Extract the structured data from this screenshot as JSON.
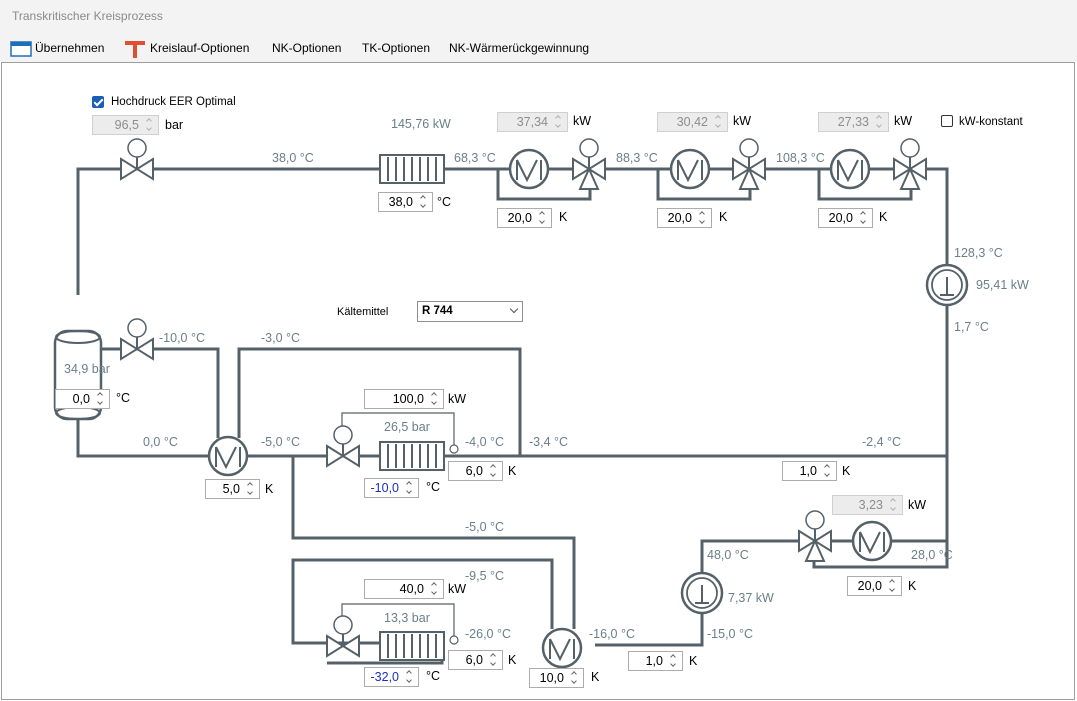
{
  "window": {
    "title": "Transkritischer Kreisprozess"
  },
  "menu": [
    {
      "label": "Übernehmen",
      "icon": "save-icon"
    },
    {
      "label": "Kreislauf-Optionen",
      "icon": "pipe-t-icon"
    },
    {
      "label": "NK-Optionen"
    },
    {
      "label": "TK-Optionen"
    },
    {
      "label": "NK-Wärmerückgewinnung"
    }
  ],
  "hp": {
    "eer_checkbox": "Hochdruck EER Optimal",
    "eer_checked": true,
    "pressure": "96,5",
    "pressure_unit": "bar"
  },
  "gascooler": {
    "power": "145,76 kW",
    "t_in": "68,3 °C",
    "t_out": "38,0 °C",
    "setpoint": "38,0",
    "setpoint_unit": "°C"
  },
  "recovery": [
    {
      "power": "37,34",
      "unit": "kW",
      "t_out": "88,3 °C",
      "diff": "20,0",
      "diff_unit": "K"
    },
    {
      "power": "30,42",
      "unit": "kW",
      "t_out": "108,3 °C",
      "diff": "20,0",
      "diff_unit": "K"
    },
    {
      "power": "27,33",
      "unit": "kW",
      "diff": "20,0",
      "diff_unit": "K"
    }
  ],
  "kw_constant": {
    "label": "kW-konstant",
    "checked": false
  },
  "compressor_hp": {
    "t_out": "128,3 °C",
    "power": "95,41 kW",
    "t_in": "1,7 °C"
  },
  "refrigerant": {
    "label": "Kältemittel",
    "value": "R 744"
  },
  "receiver": {
    "pressure": "34,9 bar",
    "temp": "0,0",
    "unit": "°C"
  },
  "lines": {
    "t_after_receiver_valve": "-10,0 °C",
    "t_return": "-3,0 °C",
    "t_receiver_out": "0,0 °C",
    "t_ihx1_out": "-5,0 °C",
    "t_evap1_out": "-4,0 °C",
    "t_mix1": "-3,4 °C",
    "t_suction": "-2,4 °C",
    "t_lt_line": "-5,0 °C",
    "t_evap2_in": "-9,5 °C",
    "t_evap2_out": "-26,0 °C",
    "t_ihx2_out": "-16,0 °C",
    "t_lt_comp_in": "-15,0 °C"
  },
  "ihx1": {
    "diff": "5,0",
    "unit": "K"
  },
  "mt_evap": {
    "power": "100,0",
    "power_unit": "kW",
    "pressure": "26,5 bar",
    "temp": "-10,0",
    "temp_unit": "°C",
    "superheat": "6,0",
    "superheat_unit": "K"
  },
  "suction_sh": {
    "value": "1,0",
    "unit": "K"
  },
  "lt_evap": {
    "power": "40,0",
    "power_unit": "kW",
    "pressure": "13,3 bar",
    "temp": "-32,0",
    "temp_unit": "°C",
    "superheat": "6,0",
    "superheat_unit": "K"
  },
  "ihx2": {
    "diff": "10,0",
    "unit": "K"
  },
  "lt_comp": {
    "t_out": "48,0 °C",
    "power": "7,37 kW",
    "t_in": "-15,0 °C",
    "sh": "1,0",
    "sh_unit": "K"
  },
  "lt_recovery": {
    "power": "3,23",
    "unit": "kW",
    "t_out": "28,0 °C",
    "diff": "20,0",
    "diff_unit": "K"
  }
}
